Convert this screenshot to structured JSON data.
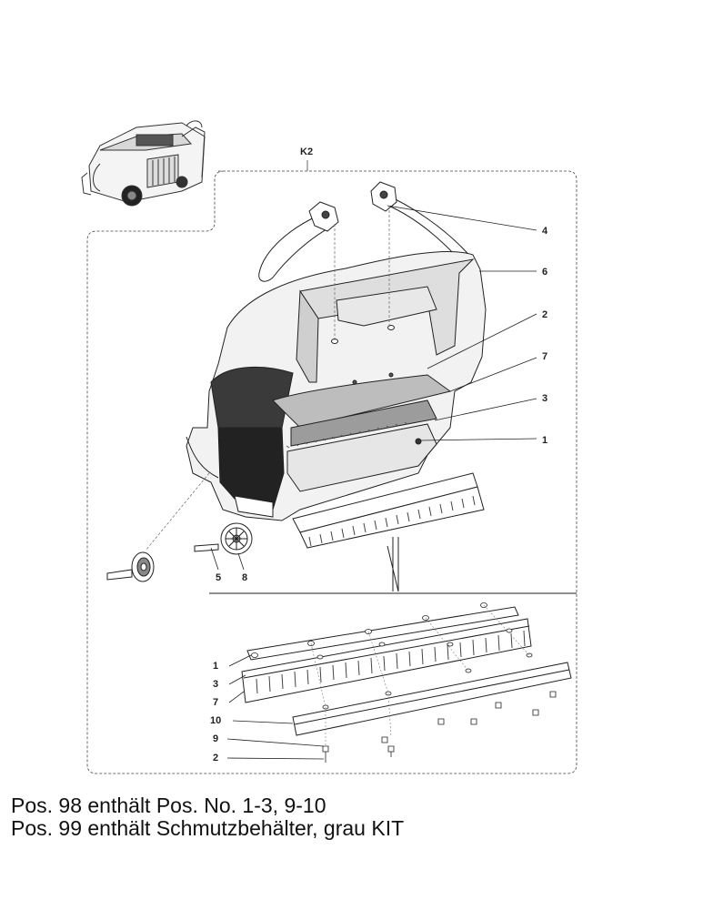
{
  "diagram": {
    "section_label": "K2",
    "callouts": {
      "upper": [
        {
          "id": "4",
          "text": "4"
        },
        {
          "id": "6",
          "text": "6"
        },
        {
          "id": "2",
          "text": "2"
        },
        {
          "id": "7",
          "text": "7"
        },
        {
          "id": "3",
          "text": "3"
        },
        {
          "id": "1",
          "text": "1"
        },
        {
          "id": "5",
          "text": "5"
        },
        {
          "id": "8",
          "text": "8"
        }
      ],
      "lower": [
        {
          "id": "1",
          "text": "1"
        },
        {
          "id": "3",
          "text": "3"
        },
        {
          "id": "7",
          "text": "7"
        },
        {
          "id": "10",
          "text": "10"
        },
        {
          "id": "9",
          "text": "9"
        },
        {
          "id": "2",
          "text": "2"
        }
      ]
    }
  },
  "captions": [
    "Pos. 98 enthält Pos. No. 1-3, 9-10",
    "Pos. 99 enthält Schmutzbehälter, grau KIT"
  ]
}
